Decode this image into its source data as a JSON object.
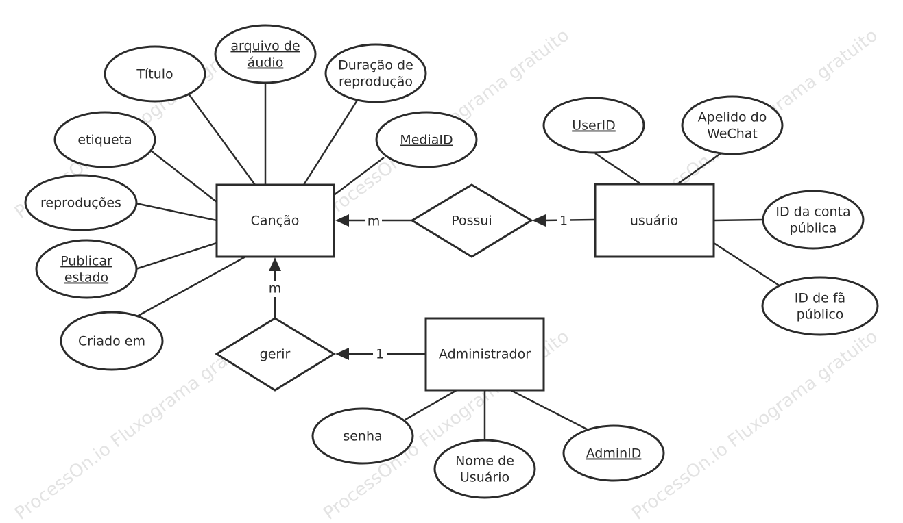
{
  "watermark": "ProcessOn.io Fluxograma gratuito",
  "entities": {
    "cancao": "Canção",
    "usuario": "usuário",
    "administrador": "Administrador"
  },
  "relationships": {
    "possui": "Possui",
    "gerir": "gerir"
  },
  "cardinalities": {
    "possui_cancao": "m",
    "possui_usuario": "1",
    "gerir_cancao": "m",
    "gerir_admin": "1"
  },
  "attributes": {
    "cancao": [
      {
        "lines": [
          "Título"
        ],
        "key": false
      },
      {
        "lines": [
          "arquivo de",
          "áudio"
        ],
        "key": true
      },
      {
        "lines": [
          "Duração de",
          "reprodução"
        ],
        "key": false
      },
      {
        "lines": [
          "MediaID"
        ],
        "key": true
      },
      {
        "lines": [
          "etiqueta"
        ],
        "key": false
      },
      {
        "lines": [
          "reproduções"
        ],
        "key": false
      },
      {
        "lines": [
          "Publicar",
          "estado"
        ],
        "key": true
      },
      {
        "lines": [
          "Criado em"
        ],
        "key": false
      }
    ],
    "usuario": [
      {
        "lines": [
          "UserID"
        ],
        "key": true
      },
      {
        "lines": [
          "Apelido do",
          "WeChat"
        ],
        "key": false
      },
      {
        "lines": [
          "ID da conta",
          "pública"
        ],
        "key": false
      },
      {
        "lines": [
          "ID de fã",
          "público"
        ],
        "key": false
      }
    ],
    "administrador": [
      {
        "lines": [
          "senha"
        ],
        "key": false
      },
      {
        "lines": [
          "Nome de",
          "Usuário"
        ],
        "key": false
      },
      {
        "lines": [
          "AdminID"
        ],
        "key": true
      }
    ]
  }
}
